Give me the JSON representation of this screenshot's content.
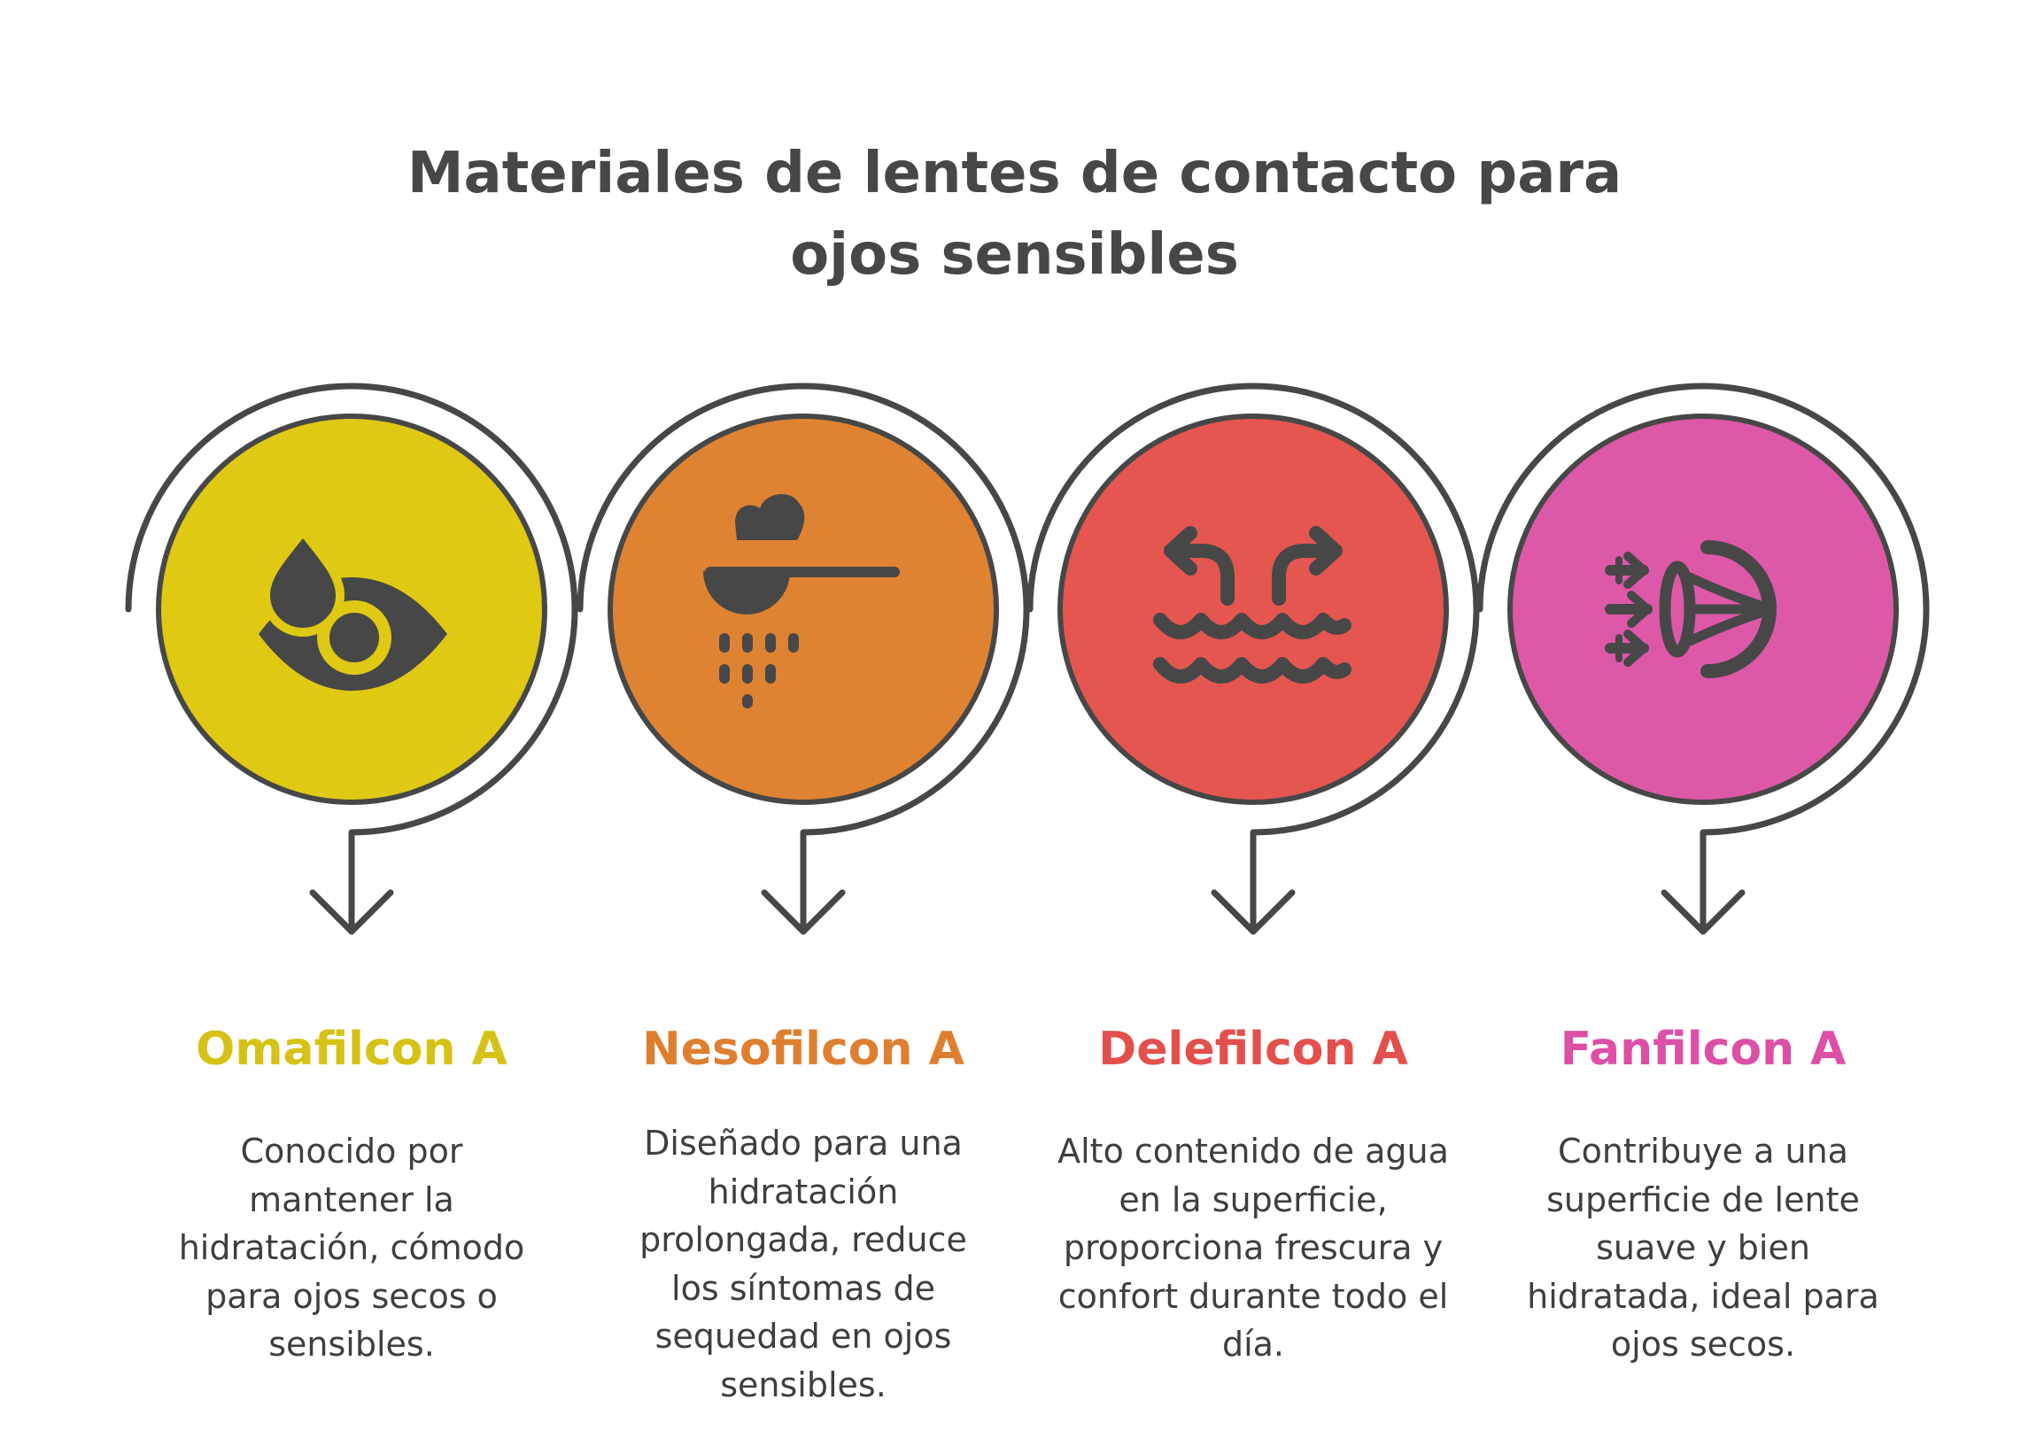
{
  "title": {
    "line1": "Materiales de lentes de contacto para",
    "line2": "ojos sensibles"
  },
  "items": [
    {
      "name": "Omafilcon A",
      "color": "#dfc913",
      "heading_color": "#d6c216",
      "icon": "eye-drop-icon",
      "description": [
        "Conocido por",
        "mantener la",
        "hidratación, cómodo",
        "para ojos secos o",
        "sensibles."
      ]
    },
    {
      "name": "Nesofilcon A",
      "color": "#df8333",
      "heading_color": "#de7f30",
      "icon": "water-dipper-icon",
      "description": [
        "Diseñado para una",
        "hidratación",
        "prolongada, reduce",
        "los síntomas de",
        "sequedad en ojos",
        "sensibles."
      ]
    },
    {
      "name": "Delefilcon A",
      "color": "#e55651",
      "heading_color": "#e3504c",
      "icon": "water-surface-icon",
      "description": [
        "Alto contenido de agua",
        "en la superficie,",
        "proporciona frescura y",
        "confort durante todo el",
        "día."
      ]
    },
    {
      "name": "Fanfilcon A",
      "color": "#de58a8",
      "heading_color": "#dd4fa6",
      "icon": "smooth-lens-icon",
      "description": [
        "Contribuye a una",
        "superficie de lente",
        "suave y bien",
        "hidratada, ideal para",
        "ojos secos."
      ]
    }
  ]
}
